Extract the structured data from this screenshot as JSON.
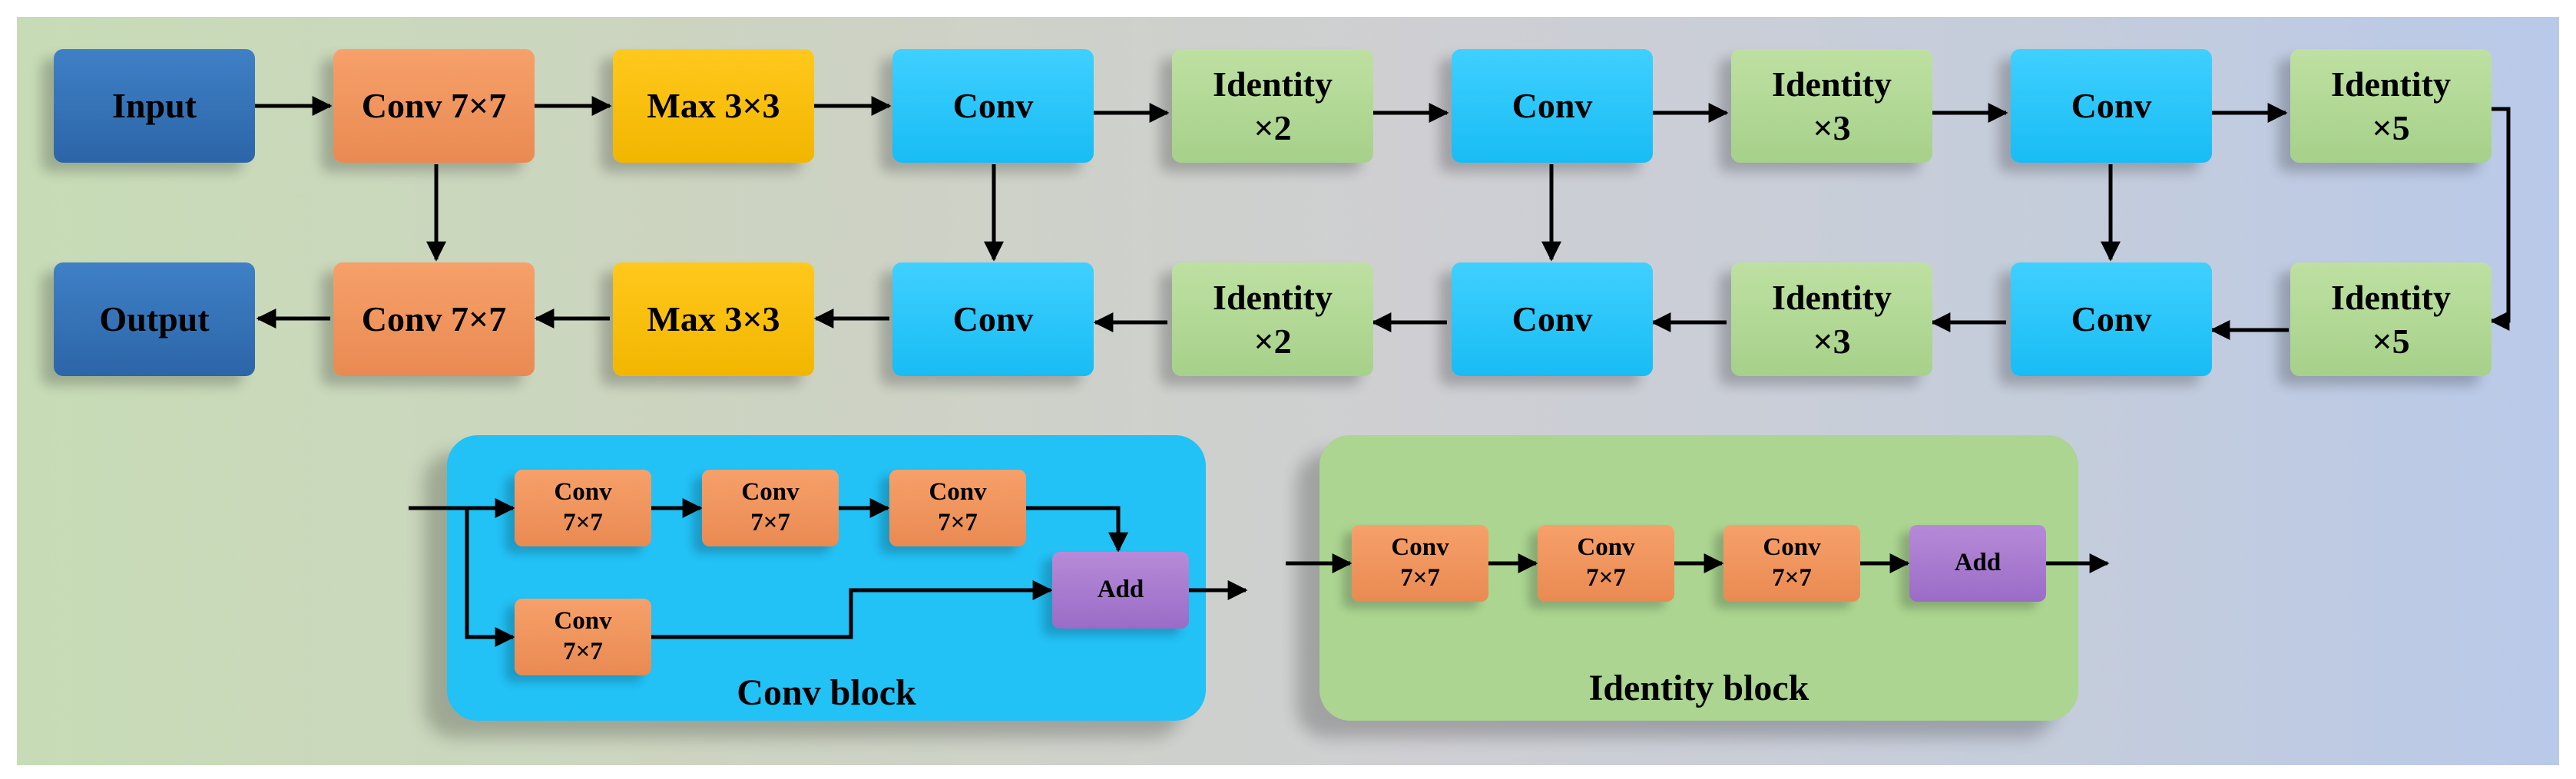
{
  "main_row_top": [
    {
      "id": "input",
      "label": "Input"
    },
    {
      "id": "conv7-top",
      "label": "Conv 7×7"
    },
    {
      "id": "max-top",
      "label": "Max 3×3"
    },
    {
      "id": "conv-top-1",
      "label": "Conv"
    },
    {
      "id": "identity-top-1",
      "line1": "Identity",
      "line2": "×2"
    },
    {
      "id": "conv-top-2",
      "label": "Conv"
    },
    {
      "id": "identity-top-2",
      "line1": "Identity",
      "line2": "×3"
    },
    {
      "id": "conv-top-3",
      "label": "Conv"
    },
    {
      "id": "identity-top-3",
      "line1": "Identity",
      "line2": "×5"
    }
  ],
  "main_row_bottom": [
    {
      "id": "output",
      "label": "Output"
    },
    {
      "id": "conv7-bottom",
      "label": "Conv 7×7"
    },
    {
      "id": "max-bottom",
      "label": "Max 3×3"
    },
    {
      "id": "conv-bottom-1",
      "label": "Conv"
    },
    {
      "id": "identity-bottom-1",
      "line1": "Identity",
      "line2": "×2"
    },
    {
      "id": "conv-bottom-2",
      "label": "Conv"
    },
    {
      "id": "identity-bottom-2",
      "line1": "Identity",
      "line2": "×3"
    },
    {
      "id": "conv-bottom-3",
      "label": "Conv"
    },
    {
      "id": "identity-bottom-3",
      "line1": "Identity",
      "line2": "×5"
    }
  ],
  "conv_block": {
    "title": "Conv block",
    "nodes": [
      {
        "line1": "Conv",
        "line2": "7×7"
      },
      {
        "line1": "Conv",
        "line2": "7×7"
      },
      {
        "line1": "Conv",
        "line2": "7×7"
      },
      {
        "line1": "Conv",
        "line2": "7×7"
      }
    ],
    "add_label": "Add"
  },
  "identity_block": {
    "title": "Identity block",
    "nodes": [
      {
        "line1": "Conv",
        "line2": "7×7"
      },
      {
        "line1": "Conv",
        "line2": "7×7"
      },
      {
        "line1": "Conv",
        "line2": "7×7"
      }
    ],
    "add_label": "Add"
  },
  "colors": {
    "io": "#2f6db5",
    "conv7x7": "#ef925c",
    "maxpool": "#fbbf0a",
    "conv": "#22c3f8",
    "identity": "#b0d796",
    "add": "#a77cd0",
    "conv_block_panel": "#1fbff6",
    "identity_block_panel": "#a9d38c"
  }
}
